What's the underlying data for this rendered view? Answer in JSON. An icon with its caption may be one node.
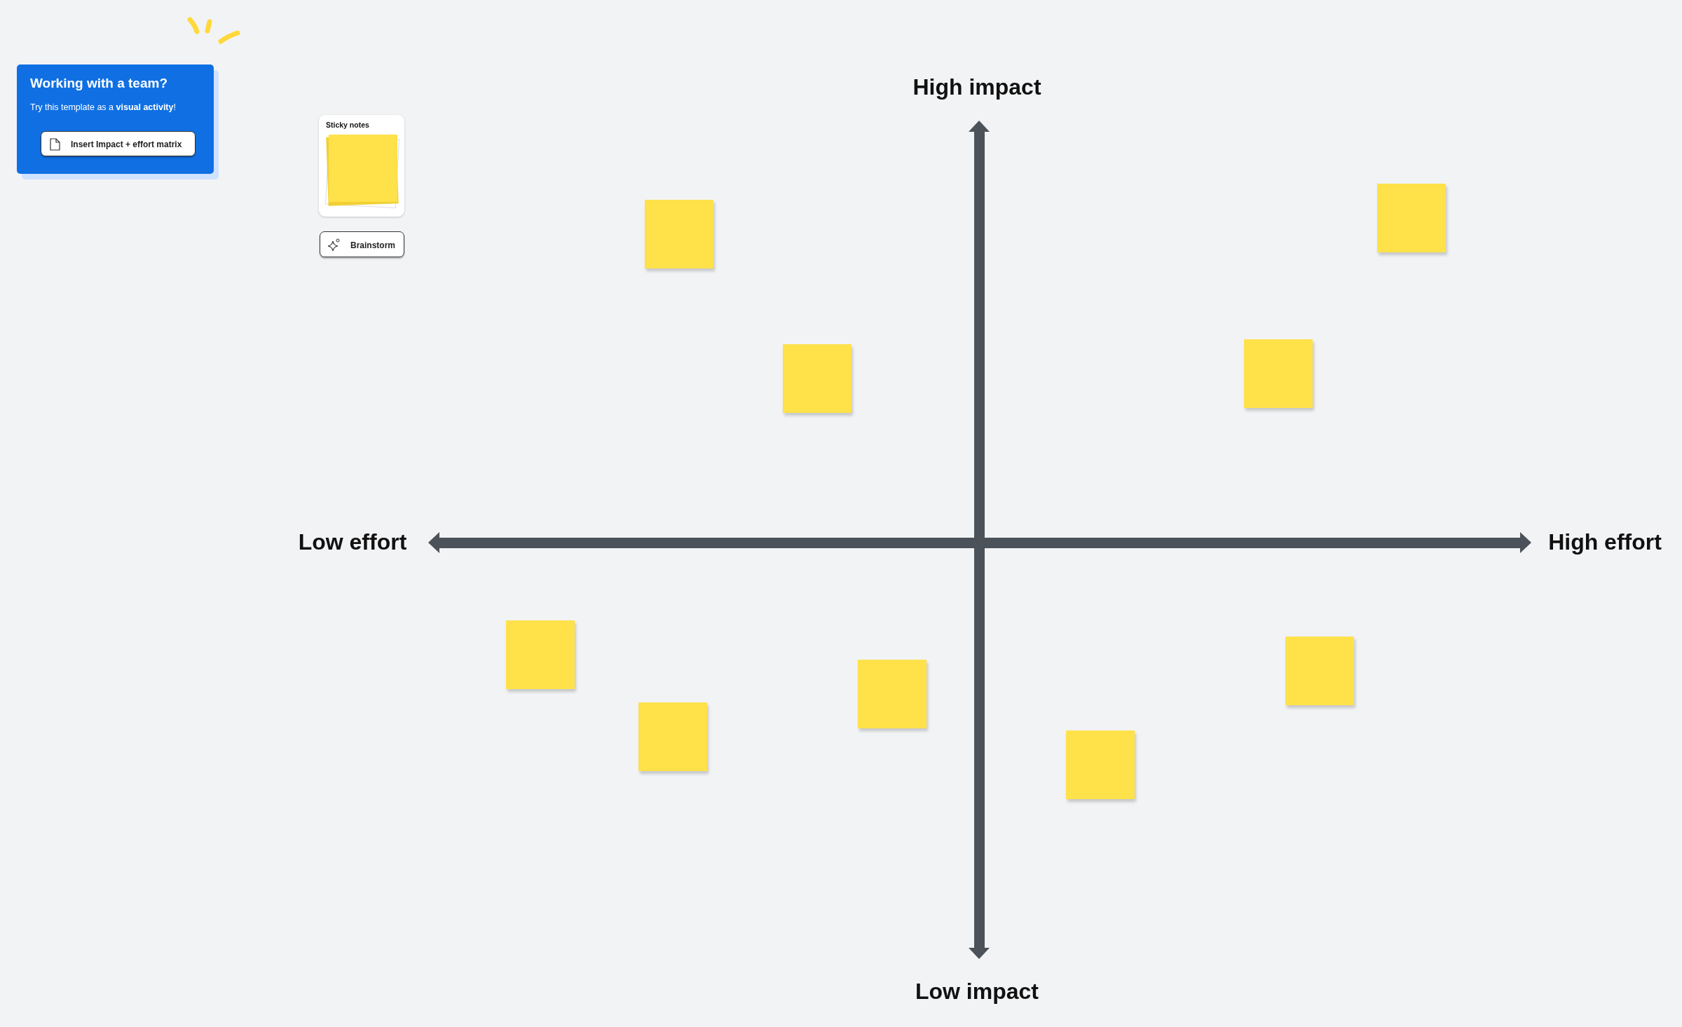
{
  "diagram": {
    "nodes": [
      {
        "text": [
          "Working with a team?",
          "Try this template as a **visual activity**!"
        ]
      },
      {
        "text": [
          "Insert Impact + effort matrix"
        ],
        "in": 0
      },
      {
        "text": [
          "Sticky notes"
        ]
      },
      {
        "text": [
          "Brainstorm"
        ]
      },
      {
        "text": [],
        "shape": "box"
      },
      {
        "text": [],
        "shape": "box"
      },
      {
        "text": [],
        "shape": "box"
      },
      {
        "text": [],
        "shape": "box"
      },
      {
        "text": [],
        "shape": "box"
      },
      {
        "text": [],
        "shape": "box"
      },
      {
        "text": [],
        "shape": "box"
      },
      {
        "text": [],
        "shape": "box"
      },
      {
        "text": [],
        "shape": "box"
      }
    ],
    "edges": [],
    "labels": [
      "High impact",
      "Low effort",
      "High effort",
      "Low impact"
    ]
  }
}
